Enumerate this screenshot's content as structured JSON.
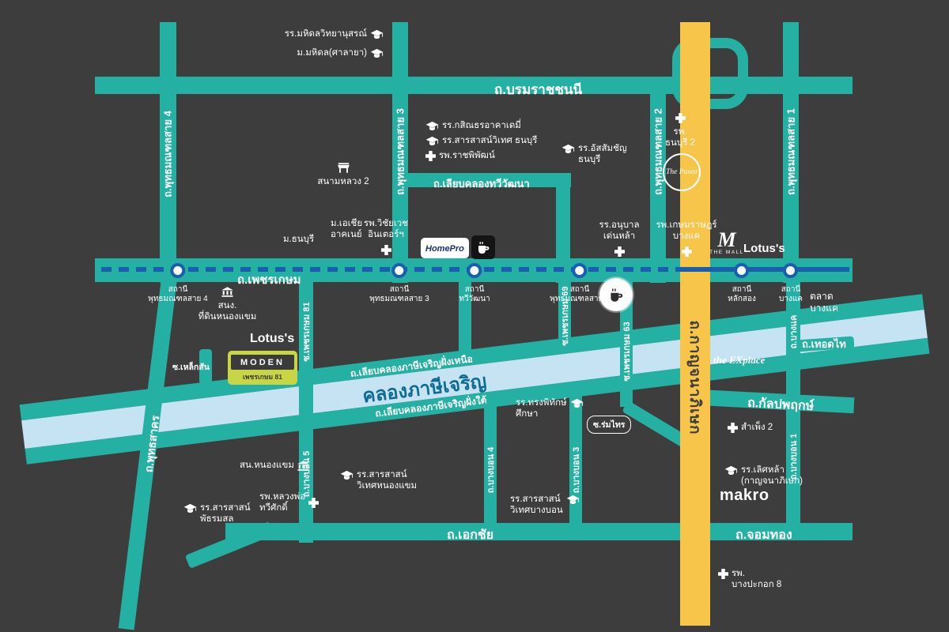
{
  "colors": {
    "background": "#3d3d3d",
    "road": "#25b0a4",
    "highway": "#f6c54a",
    "canal": "#c5e3f2",
    "mrt_line": "#1a5fae",
    "canal_text": "#0e6b92",
    "moden_green": "#c8d645"
  },
  "roads": {
    "borommaratchachonnani": "ถ.บรมราชชนนี",
    "liap_khlong_thawi_watthana": "ถ.เลียบคลองทวีวัฒนา",
    "phetkasem": "ถ.เพชรเกษม",
    "phutthamonthon_sai_4": "ถ.พุทธมณฑลสาย 4",
    "phutthamonthon_sai_3": "ถ.พุทธมณฑลสาย 3",
    "phutthamonthon_sai_2": "ถ.พุทธมณฑลสาย 2",
    "phutthamonthon_sai_1": "ถ.พุทธมณฑลสาย 1",
    "kanchanaphisek": "ถ.กาญจนาภิเษก",
    "phuttha_sakhon": "ถ.พุทธสาคร",
    "soi_phetkasem_81": "ซ.เพชรเกษม 81",
    "soi_lek_san": "ซ.เหล็กสัน",
    "bang_bon_5": "ถ.บางบอน 5",
    "bang_bon_4": "ถ.บางบอน 4",
    "bang_bon_3": "ถ.บางบอน 3",
    "bang_bon_1": "ถ.บางบอน 1",
    "soi_phetkasem_69": "ซ.เพชรเกษม 69",
    "soi_phetkasem_63": "ซ.เพชรเกษม 63",
    "soi_rom_sai": "ซ.ร่มไทร",
    "bang_khae": "ถ.บางแค",
    "thoet_thai": "ถ.เทอดไท",
    "kanlapaphruek": "ถ.กัลปพฤกษ์",
    "ekkachai": "ถ.เอกชัย",
    "chom_thong": "ถ.จอมทอง",
    "liap_khlong_phasi_charoen_nuea": "ถ.เลียบคลองภาษีเจริญฝั่งเหนือ",
    "khlong_phasi_charoen": "คลองภาษีเจริญ",
    "liap_khlong_phasi_charoen_tai": "ถ.เลียบคลองภาษีเจริญฝั่งใต้"
  },
  "stations": [
    {
      "prefix": "สถานี",
      "name": "พุทธมณฑลสาย 4"
    },
    {
      "prefix": "สถานี",
      "name": "พุทธมณฑลสาย 3"
    },
    {
      "prefix": "สถานี",
      "name": "ทวีวัฒนา"
    },
    {
      "prefix": "สถานี",
      "name": "พุทธมณฑลสาย 2"
    },
    {
      "prefix": "สถานี",
      "name": "หลักสอง"
    },
    {
      "prefix": "สถานี",
      "name": "บางแค"
    }
  ],
  "pois": [
    {
      "label": "รร.มหิดลวิทยานุสรณ์"
    },
    {
      "label": "ม.มหิดล(ศาลายา)"
    },
    {
      "label": "รร.กสิณธรอาคาเดมี่"
    },
    {
      "label": "รร.สารสาสน์วิเทศ ธนบุรี"
    },
    {
      "label": "รพ.ราชพิพัฒน์"
    },
    {
      "label": "สนามหลวง 2"
    },
    {
      "label": "รร.อัสสัมชัญ\nธนบุรี"
    },
    {
      "label": "รพ.\nธนบุรี 2"
    },
    {
      "label": "ม.ธนบุรี"
    },
    {
      "label": "ม.เอเชีย\nอาคเนย์"
    },
    {
      "label": "รพ.วิชัยเวช\nอินเตอร์ฯ"
    },
    {
      "label": "รร.อนุบาล\nเด่นหล้า"
    },
    {
      "label": "รพ.เกษมราษฎร์\nบางแค"
    },
    {
      "label": "ตลาด\nบางแค"
    },
    {
      "label": "สนง.\nที่ดินหนองแขม"
    },
    {
      "label": "สน.หนองแขม"
    },
    {
      "label": "รร.สารสาสน์\nวิเทศหนองแขม"
    },
    {
      "label": "รพ.หลวงพ่อ\nทวีศักดิ์"
    },
    {
      "label": "รร.สารสาสน์\nพัธรมสล"
    },
    {
      "label": "รร.สารสาสน์\nวิเทศบางบอน"
    },
    {
      "label": "รร.ทรงพิทักษ์\nศึกษา"
    },
    {
      "label": "สำเพ็ง 2"
    },
    {
      "label": "รร.เลิศหล้า\n(กาญจนาภิเษก)"
    },
    {
      "label": "รพ.\nบางปะกอก 8"
    }
  ],
  "logos": {
    "homepro": "HomePro",
    "the_mall_initial": "M",
    "the_mall": "THE MALL",
    "lotus_right": "Lotus's",
    "lotus_left": "Lotus's",
    "paseo": "The Paseo",
    "makro": "makro",
    "explace": "the EXplace",
    "moden_name": "MODEN",
    "moden_sub": "เพชรเกษม 81"
  }
}
